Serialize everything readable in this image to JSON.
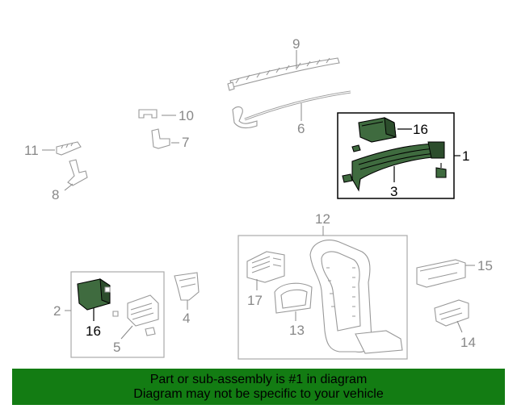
{
  "callouts": {
    "c1": "1",
    "c2": "2",
    "c3": "3",
    "c4": "4",
    "c5": "5",
    "c6": "6",
    "c7": "7",
    "c8": "8",
    "c9": "9",
    "c10": "10",
    "c11": "11",
    "c12": "12",
    "c13": "13",
    "c14": "14",
    "c15": "15",
    "c16a": "16",
    "c16b": "16",
    "c17": "17"
  },
  "colors": {
    "highlight": "#3f6b3f",
    "banner": "#137c13",
    "callout_gray": "#888888"
  },
  "banner": {
    "line1": "Part or sub-assembly is #1 in diagram",
    "line2": "Diagram may not be specific to your vehicle"
  }
}
